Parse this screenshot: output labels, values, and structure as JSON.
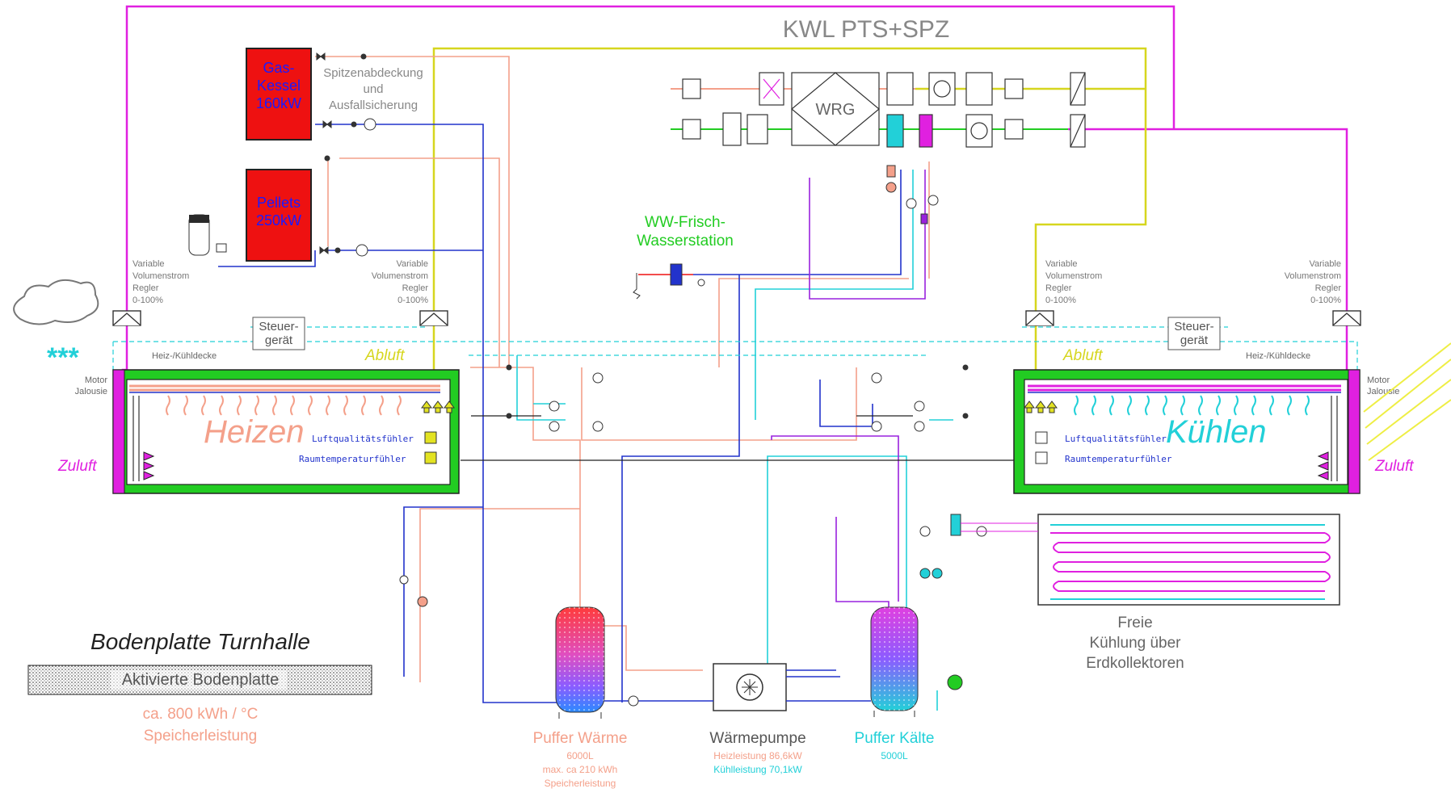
{
  "title": "KWL PTS+SPZ",
  "colors": {
    "heat": "#f4a08a",
    "cold": "#22d0d8",
    "magenta": "#e020e0",
    "yellow": "#d6d61e",
    "blue": "#2233cc",
    "green": "#22cc22",
    "red": "#ee1111",
    "violet": "#9922dd"
  },
  "boilers": {
    "gas": "Gas-\nKessel\n160kW",
    "pellets": "Pellets\n250kW",
    "peak_note": "Spitzenabdeckung\nund\nAusfallsicherung"
  },
  "ahu": {
    "wrg": "WRG"
  },
  "ww_station": "WW-Frisch-\nWasserstation",
  "vvr": "Variable\nVolumenstrom\nRegler\n0-100%",
  "controller": "Steuer-\ngerät",
  "stars": "***",
  "left_room": {
    "mode": "Heizen",
    "exhaust": "Abluft",
    "supply": "Zuluft",
    "ceiling": "Heiz-/Kühldecke",
    "motor": "Motor\nJalousie",
    "sensor_air": "Luftqualitätsfühler",
    "sensor_temp": "Raumtemperaturfühler"
  },
  "right_room": {
    "mode": "Kühlen",
    "exhaust": "Abluft",
    "supply": "Zuluft",
    "ceiling": "Heiz-/Kühldecke",
    "motor": "Motor\nJalousie",
    "sensor_air": "Luftqualitätsfühler",
    "sensor_temp": "Raumtemperaturfühler"
  },
  "floor": {
    "title": "Bodenplatte Turnhalle",
    "plate": "Aktivierte Bodenplatte",
    "capacity": "ca. 800 kWh / °C\nSpeicherleistung"
  },
  "buffer_heat": {
    "title": "Puffer Wärme",
    "details": "6000L\nmax. ca 210 kWh\nSpeicherleistung"
  },
  "heat_pump": {
    "title": "Wärmepumpe",
    "heating": "Heizleistung   86,6kW",
    "cooling": "Kühlleistung   70,1kW"
  },
  "buffer_cold": {
    "title": "Puffer Kälte",
    "details": "5000L"
  },
  "free_cooling": "Freie\nKühlung über\nErdkollektoren"
}
